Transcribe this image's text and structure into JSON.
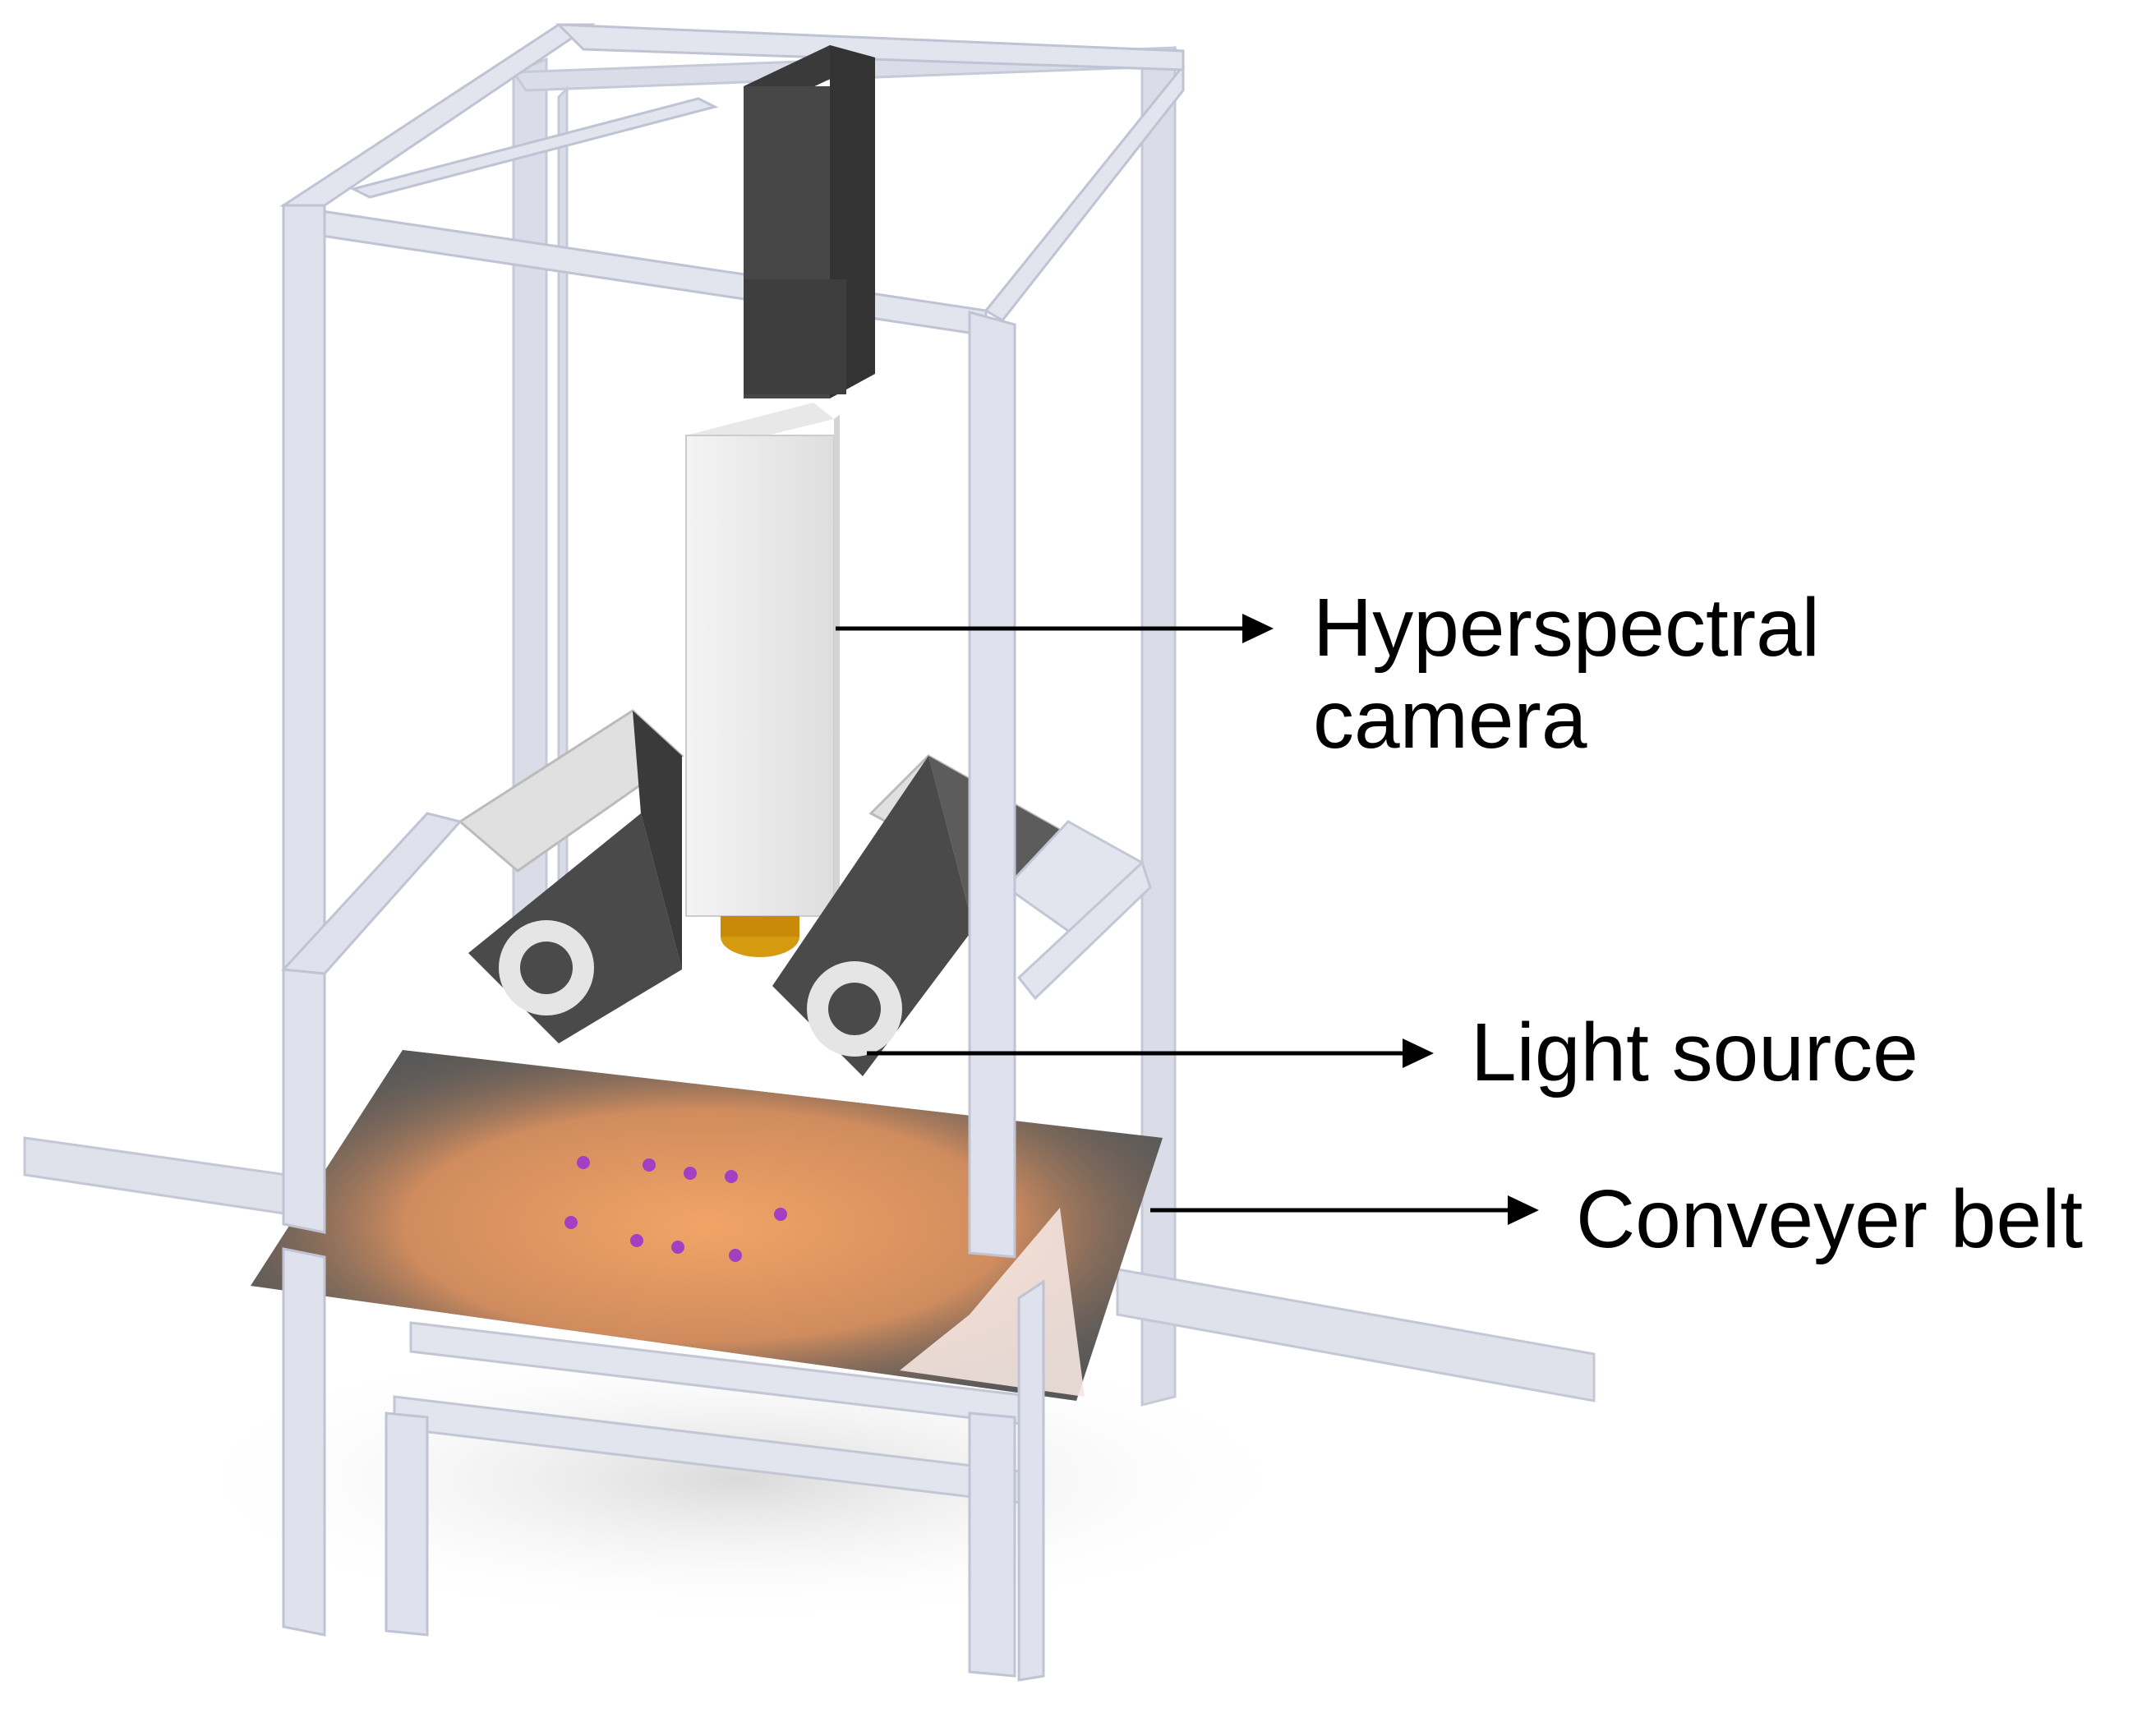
{
  "labels": {
    "camera_line1": "Hyperspectral",
    "camera_line2": "camera",
    "light_source": "Light source",
    "conveyer_belt": "Conveyer belt"
  },
  "colors": {
    "frame": "#d9dbe6",
    "frame_shade": "#c4c7d6",
    "camera_mount": "#4a4a4a",
    "camera_body": "#eeeeee",
    "lens": "#d49a10",
    "lamp_housing": "#4d4d4d",
    "belt": "#555555",
    "belt_light": "#f0a060",
    "samples": "#a040c0",
    "arrow": "#000000"
  }
}
